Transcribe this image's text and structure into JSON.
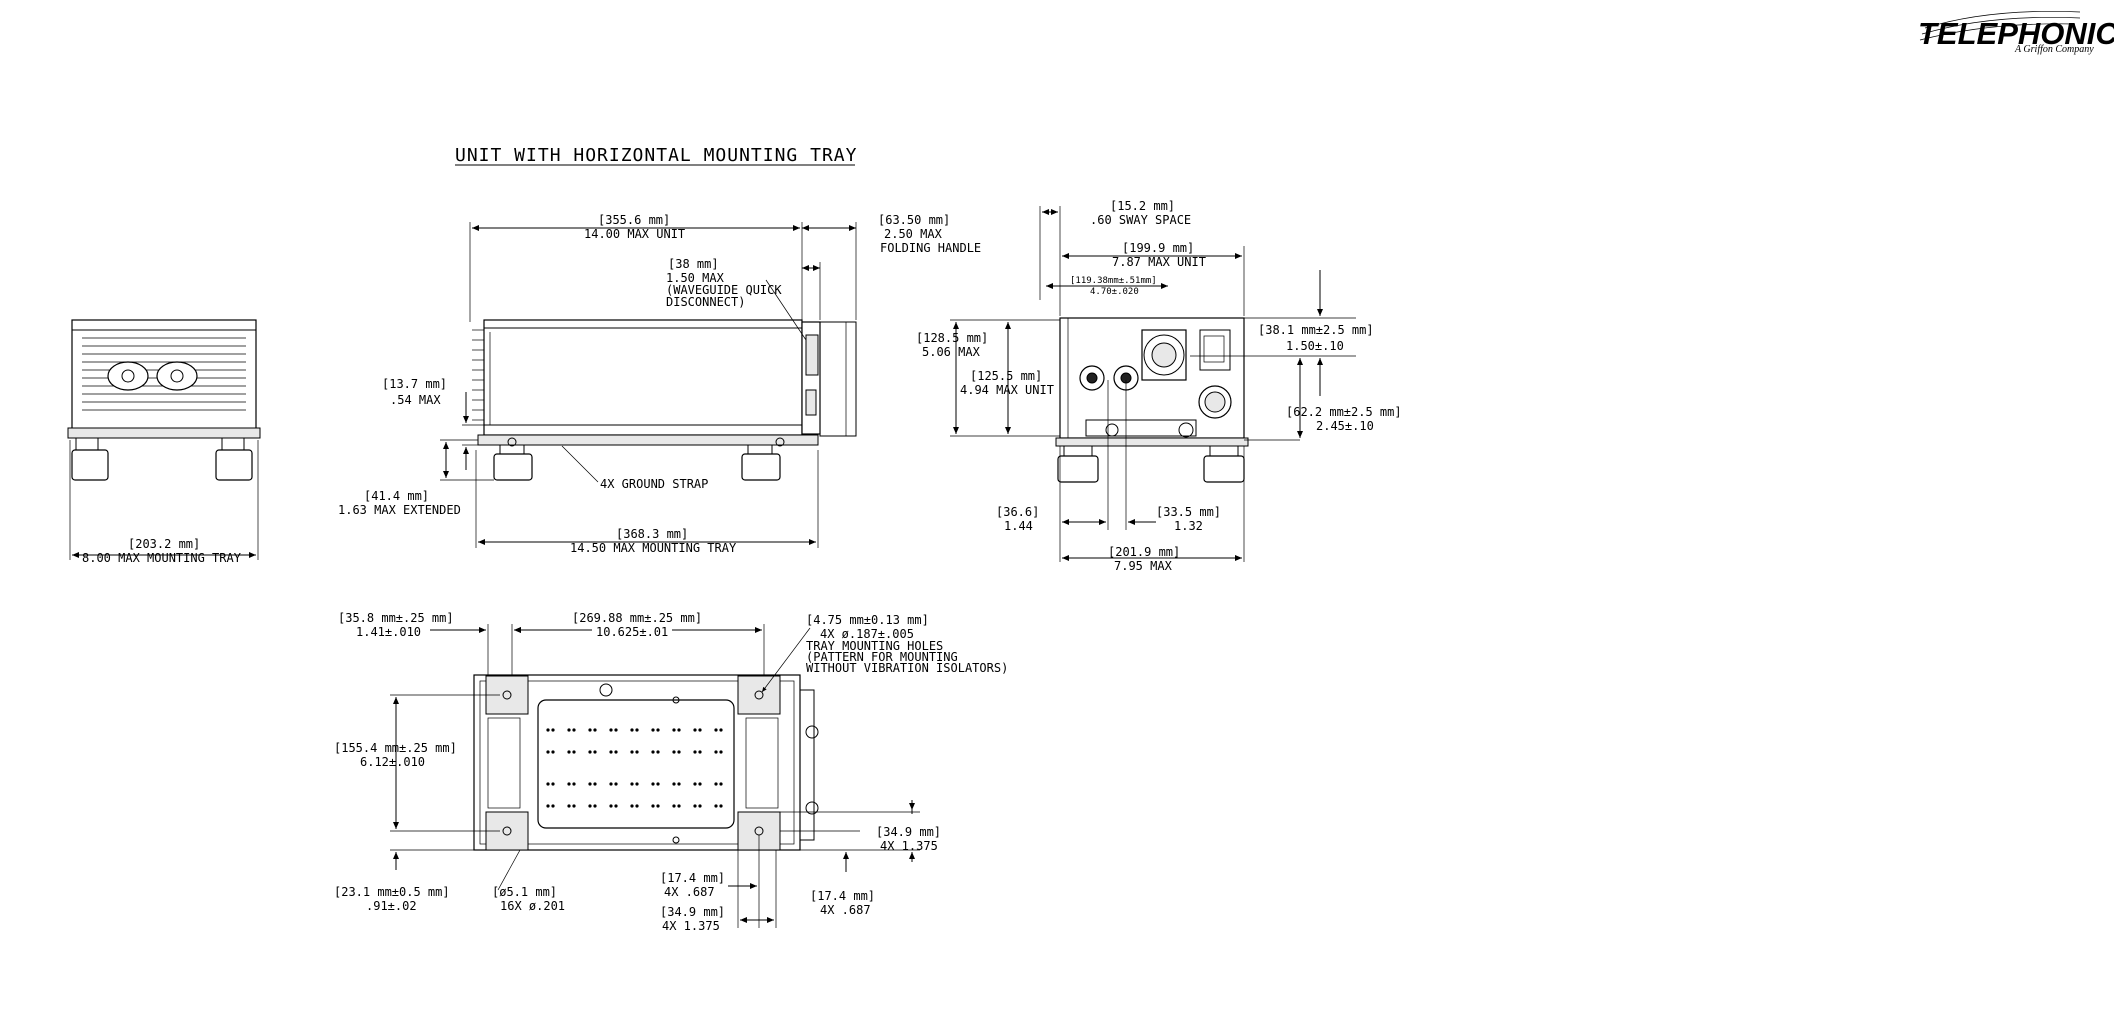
{
  "logo": {
    "brand": "TELEPHONICS",
    "tagline": "A Griffon Company"
  },
  "title": "UNIT WITH HORIZONTAL MOUNTING TRAY",
  "front_view": {
    "width_mm": "[203.2 mm]",
    "width_in": "8.00 MAX MOUNTING TRAY"
  },
  "side_view": {
    "length_mm": "[355.6 mm]",
    "length_in": "14.00 MAX UNIT",
    "handle_mm": "[63.50 mm]",
    "handle_in1": "2.50 MAX",
    "handle_in2": "FOLDING HANDLE",
    "waveguide_mm": "[38 mm]",
    "waveguide_in1": "1.50 MAX",
    "waveguide_in2": "(WAVEGUIDE QUICK",
    "waveguide_in3": "DISCONNECT)",
    "isol_mm": "[13.7 mm]",
    "isol_in": ".54 MAX",
    "ground_strap": "4X GROUND STRAP",
    "ext_mm": "[41.4 mm]",
    "ext_in": "1.63 MAX EXTENDED",
    "tray_mm": "[368.3 mm]",
    "tray_in": "14.50 MAX MOUNTING TRAY"
  },
  "end_view": {
    "sway_mm": "[15.2 mm]",
    "sway_in": ".60 SWAY SPACE",
    "unit_mm": "[199.9 mm]",
    "unit_in": "7.87 MAX UNIT",
    "inner_mm": "[119.38mm±.51mm]",
    "inner_in": "4.70±.020",
    "h_max_mm": "[128.5 mm]",
    "h_max_in": "5.06 MAX",
    "h_unit_mm": "[125.5 mm]",
    "h_unit_in": "4.94 MAX UNIT",
    "r1_mm": "[38.1 mm±2.5 mm]",
    "r1_in": "1.50±.10",
    "r2_mm": "[62.2 mm±2.5 mm]",
    "r2_in": "2.45±.10",
    "b1_mm": "[36.6]",
    "b1_in": "1.44",
    "b2_mm": "[33.5 mm]",
    "b2_in": "1.32",
    "b3_mm": "[201.9 mm]",
    "b3_in": "7.95 MAX"
  },
  "top_view": {
    "t1_mm": "[35.8 mm±.25 mm]",
    "t1_in": "1.41±.010",
    "t2_mm": "[269.88 mm±.25 mm]",
    "t2_in": "10.625±.01",
    "holes_mm": "[4.75 mm±0.13 mm]",
    "holes_in": "4X ø.187±.005",
    "holes_d1": "TRAY MOUNTING HOLES",
    "holes_d2": "(PATTERN FOR MOUNTING",
    "holes_d3": "WITHOUT VIBRATION ISOLATORS)",
    "l1_mm": "[155.4 mm±.25 mm]",
    "l1_in": "6.12±.010",
    "l2_mm": "[23.1 mm±0.5 mm]",
    "l2_in": ".91±.02",
    "d_mm": "[ø5.1 mm]",
    "d_in": "16X ø.201",
    "m1_mm": "[17.4 mm]",
    "m1_in": "4X .687",
    "m2_mm": "[34.9 mm]",
    "m2_in": "4X 1.375",
    "r1_mm": "[34.9 mm]",
    "r1_in": "4X 1.375",
    "r2_mm": "[17.4 mm]",
    "r2_in": "4X .687"
  }
}
